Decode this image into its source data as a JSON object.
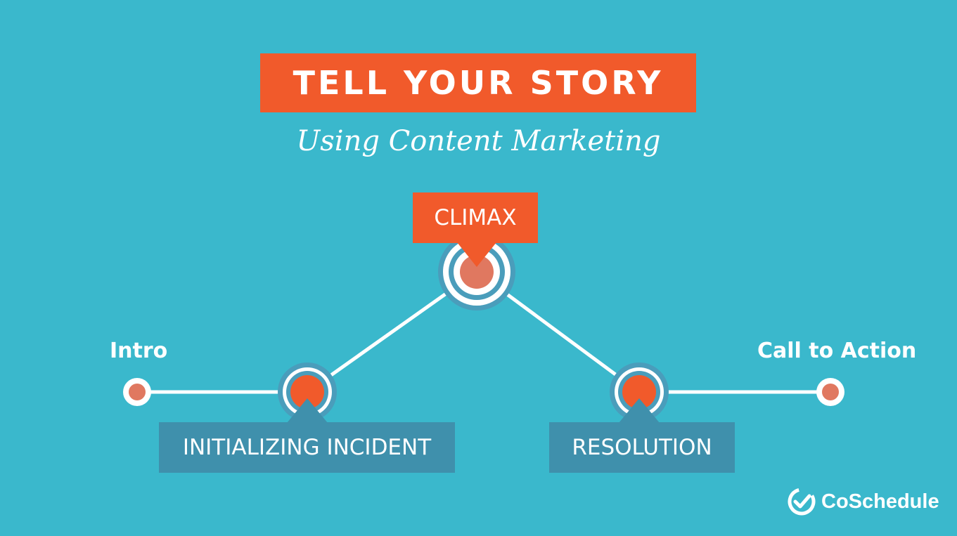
{
  "header": {
    "title": "TELL YOUR STORY",
    "subtitle": "Using Content Marketing"
  },
  "stages": {
    "intro": "Intro",
    "initializing": "INITIALIZING INCIDENT",
    "climax": "CLIMAX",
    "resolution": "RESOLUTION",
    "call_to_action": "Call to Action"
  },
  "brand": {
    "name": "CoSchedule",
    "logo_icon": "check-circle-icon"
  },
  "colors": {
    "background": "#3ab8cc",
    "accent_orange": "#f15a2b",
    "box_blue": "#3f90ac",
    "node_fill": "#e07860",
    "ring_blue": "#4a9dbb",
    "line": "#ffffff"
  }
}
